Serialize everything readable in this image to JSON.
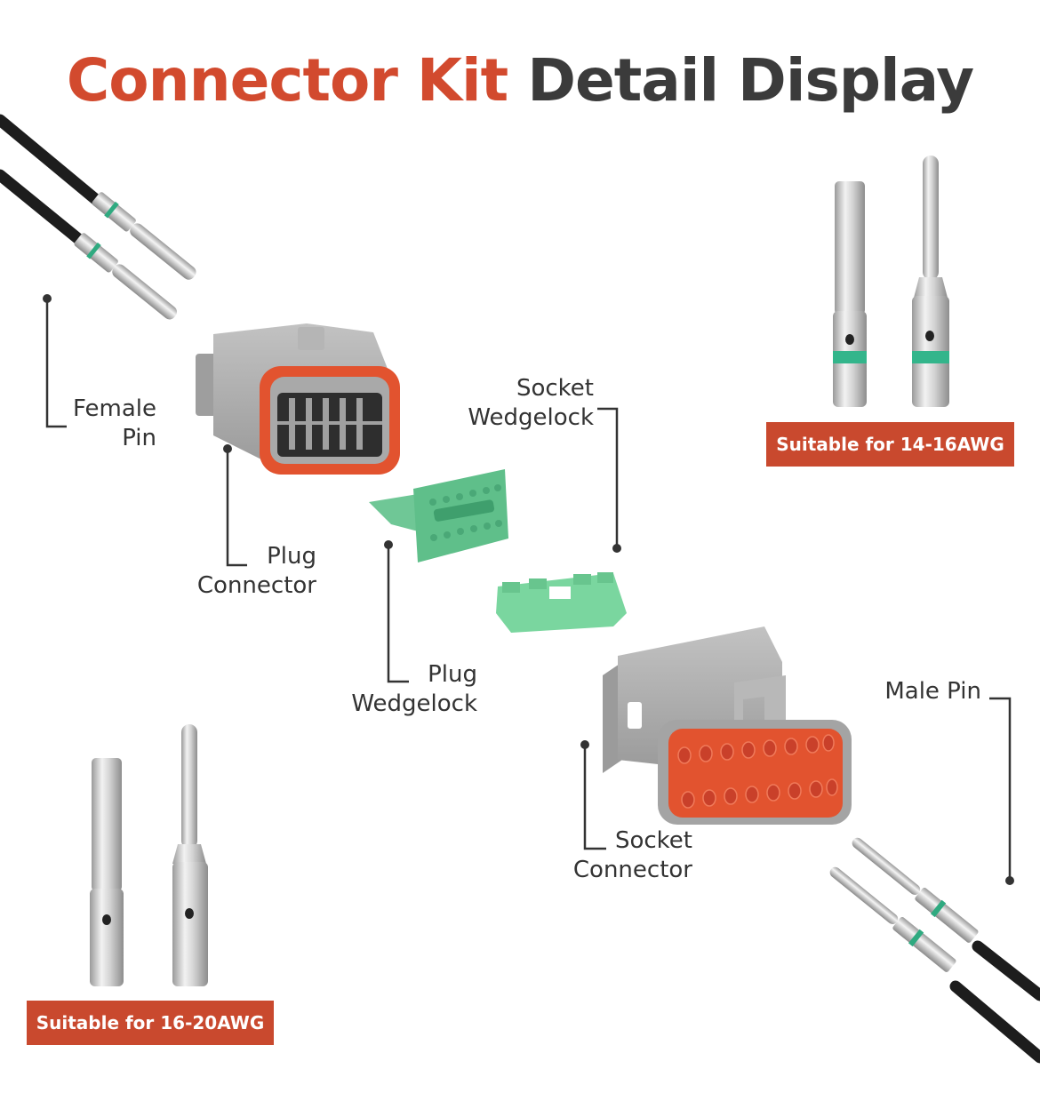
{
  "title": {
    "part1": "Connector Kit",
    "part2": "Detail Display"
  },
  "labels": {
    "female_pin": [
      "Female",
      "Pin"
    ],
    "socket_wedgelock": [
      "Socket",
      "Wedgelock"
    ],
    "plug_connector": [
      "Plug",
      "Connector"
    ],
    "plug_wedgelock": [
      "Plug",
      "Wedgelock"
    ],
    "male_pin": [
      "Male Pin"
    ],
    "socket_connector": [
      "Socket",
      "Connector"
    ]
  },
  "badges": {
    "top_right": "Suitable for 14-16AWG",
    "bottom_left": "Suitable for 16-20AWG"
  },
  "colors": {
    "accent": "#d24a2e",
    "title_dark": "#3b3b3b",
    "housing_gray": "#a9a9a9",
    "seal_orange": "#e2532f",
    "wedgelock_green": "#5fbf8a",
    "badge": "#c9492e"
  }
}
